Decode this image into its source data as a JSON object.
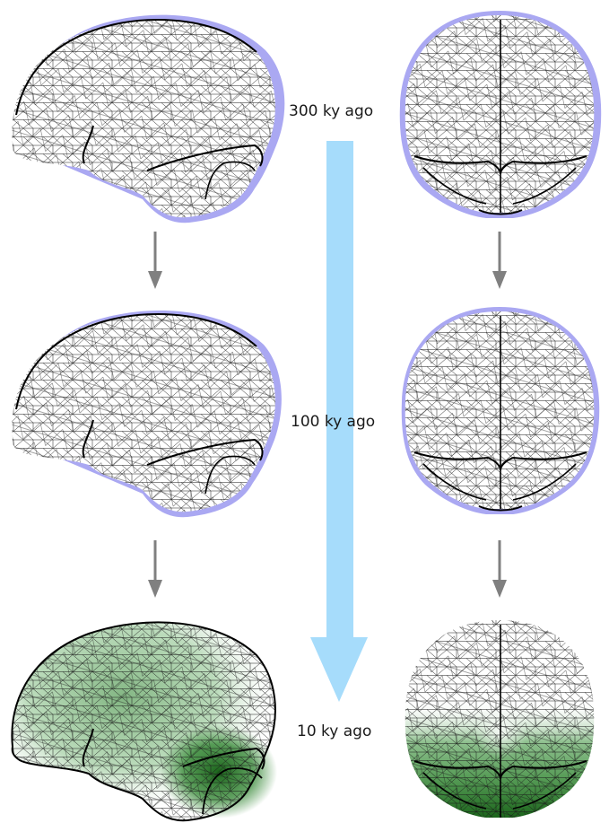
{
  "labels": {
    "t300": "300 ky ago",
    "t100": "100 ky ago",
    "t10": "10 ky ago"
  },
  "colors": {
    "mesh": "#1a1a1a",
    "outline": "#000000",
    "reference_shadow": "#aaa8f2",
    "time_arrow": "#a6dcfb",
    "step_arrow": "#808080",
    "difference_shading": "#1e7a1e"
  },
  "panels": [
    {
      "time": "300 ky ago",
      "views": [
        "lateral",
        "frontal"
      ],
      "reference_shadow": true,
      "shading": false
    },
    {
      "time": "100 ky ago",
      "views": [
        "lateral",
        "frontal"
      ],
      "reference_shadow": true,
      "shading": false
    },
    {
      "time": "10 ky ago",
      "views": [
        "lateral",
        "frontal"
      ],
      "reference_shadow": false,
      "shading": true
    }
  ]
}
